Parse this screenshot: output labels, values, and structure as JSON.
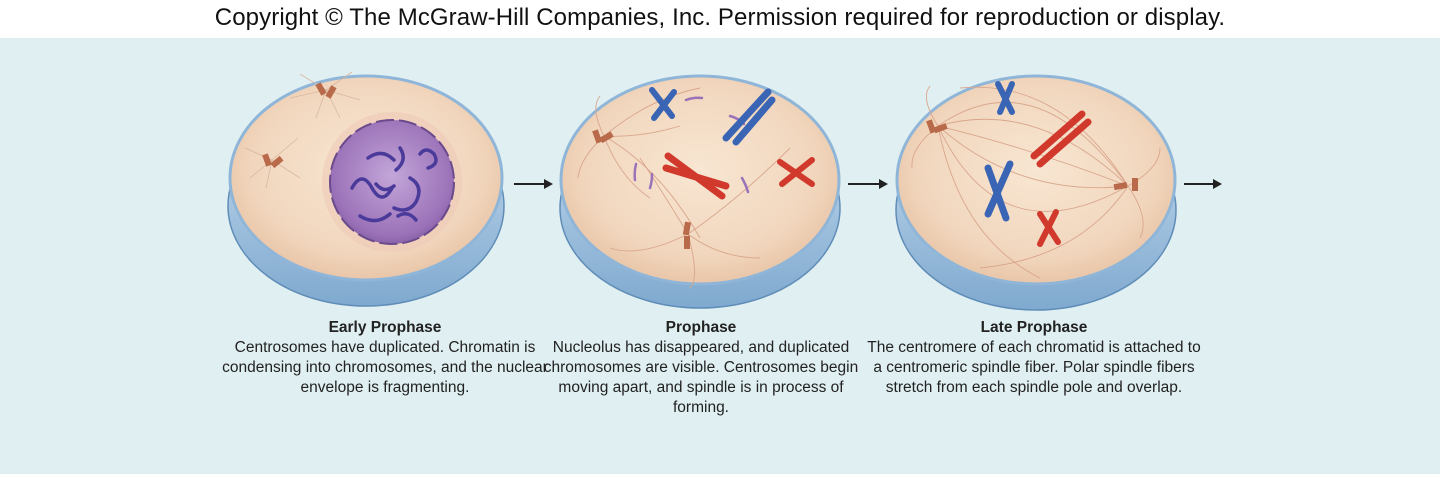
{
  "copyright": "Copyright © The McGraw-Hill Companies, Inc. Permission required for reproduction or display.",
  "stages": [
    {
      "title": "Early Prophase",
      "description": "Centrosomes have duplicated. Chromatin is condensing into chromosomes, and the nuclear envelope is fragmenting."
    },
    {
      "title": "Prophase",
      "description": "Nucleolus has disappeared, and duplicated chromosomes are visible. Centrosomes begin moving apart, and spindle is in process of forming."
    },
    {
      "title": "Late Prophase",
      "description": "The centromere of each chromatid is attached to a centromeric spindle fiber. Polar spindle fibers stretch from each spindle pole and overlap."
    }
  ],
  "colors": {
    "panel": "#e0eff1",
    "cytoplasm": "#f4dcc4",
    "cell_rim": "#9ec3e0",
    "nucleus": "#a67ec0",
    "chromosome_blue": "#3a64b4",
    "chromosome_red": "#d0392b",
    "arrow": "#222222"
  }
}
